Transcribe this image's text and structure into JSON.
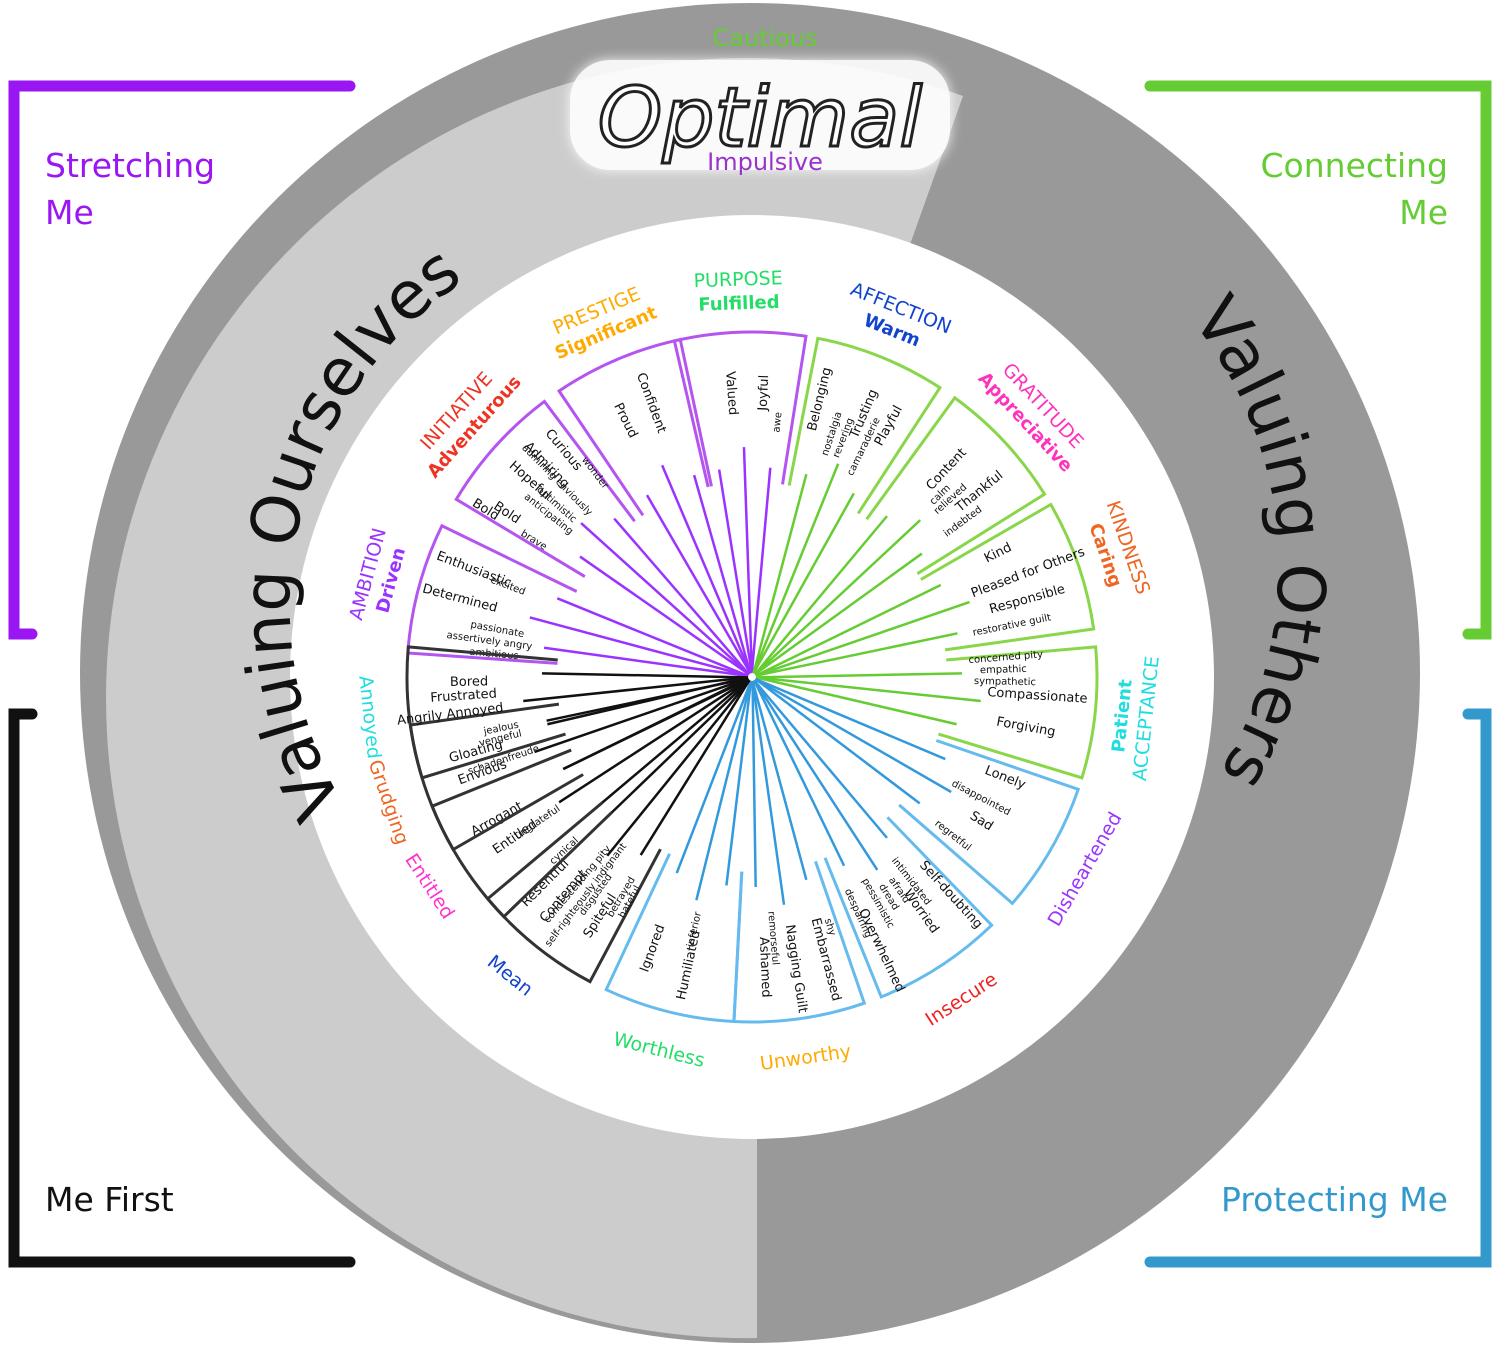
{
  "corners": {
    "stretching": {
      "line1": "Stretching",
      "line2": "Me",
      "color": "#9a16f2"
    },
    "connecting": {
      "line1": "Connecting",
      "line2": "Me",
      "color": "#66cc33"
    },
    "me_first": {
      "label": "Me First",
      "color": "#111111"
    },
    "protecting": {
      "label": "Protecting Me",
      "color": "#3399cc"
    }
  },
  "ring": {
    "left_title": "Valuing Ourselves",
    "right_title": "Valuing Others",
    "optimal": "Optimal",
    "cautious": "Cautious",
    "impulsive": "Impulsive",
    "colors": {
      "outer": "#999999",
      "inner": "#cccccc",
      "cautious": "#66cc33",
      "impulsive": "#9a33cc"
    }
  },
  "segments": [
    {
      "id": "ambition",
      "angle": 195,
      "cat": "AMBITION",
      "sub": "Driven",
      "color": "#9a33ff",
      "words": [
        {
          "t": "Enthusiastic",
          "r": 0.58,
          "o": 22,
          "s": 13
        },
        {
          "t": "Determined",
          "r": 0.55,
          "o": 0,
          "s": 13
        },
        {
          "t": "excited",
          "r": 0.83,
          "o": 20,
          "s": 10
        },
        {
          "t": "passionate",
          "r": 0.84,
          "o": -16,
          "s": 10
        },
        {
          "t": "assertively angry",
          "r": 0.8,
          "o": -26,
          "s": 10
        },
        {
          "t": "ambitious",
          "r": 0.84,
          "o": -36,
          "s": 10
        }
      ]
    },
    {
      "id": "initiative",
      "angle": 222,
      "cat": "INITIATIVE",
      "sub": "Adventurous",
      "color": "#ee3322",
      "words": [
        {
          "t": "Curious",
          "r": 0.6,
          "o": 30,
          "s": 13
        },
        {
          "t": "Admiring",
          "r": 0.6,
          "o": 14,
          "s": 13
        },
        {
          "t": "Hopeful",
          "r": 0.59,
          "o": -2,
          "s": 13
        },
        {
          "t": "Bold",
          "r": 0.6,
          "o": -30,
          "s": 13
        },
        {
          "t": "Bold",
          "r": 0.47,
          "o": -36,
          "s": 13
        },
        {
          "t": "wonder",
          "r": 0.85,
          "o": 38,
          "s": 10
        },
        {
          "t": "admiring enviously",
          "r": 0.72,
          "o": 12,
          "s": 10
        },
        {
          "t": "optimistic",
          "r": 0.83,
          "o": -2,
          "s": 10
        },
        {
          "t": "anticipating",
          "r": 0.83,
          "o": -12,
          "s": 10
        },
        {
          "t": "brave",
          "r": 0.85,
          "o": -36,
          "s": 10
        }
      ]
    },
    {
      "id": "prestige",
      "angle": 247,
      "cat": "PRESTIGE",
      "sub": "Significant",
      "color": "#ffaa00",
      "words": [
        {
          "t": "Confident",
          "r": 0.62,
          "o": 10,
          "s": 13
        },
        {
          "t": "Proud",
          "r": 0.66,
          "o": -12,
          "s": 13
        }
      ]
    },
    {
      "id": "purpose",
      "angle": 268,
      "cat": "PURPOSE",
      "sub": "Fulfilled",
      "color": "#22dd66",
      "words": [
        {
          "t": "Joyful",
          "r": 0.67,
          "o": 16,
          "s": 13
        },
        {
          "t": "Valued",
          "r": 0.67,
          "o": -8,
          "s": 13
        },
        {
          "t": "awe",
          "r": 0.86,
          "o": 28,
          "s": 10
        }
      ]
    },
    {
      "id": "affection",
      "angle": 292,
      "cat": "AFFECTION",
      "sub": "Warm",
      "color": "#1144cc",
      "words": [
        {
          "t": "Belonging",
          "r": 0.66,
          "o": -30,
          "s": 13
        },
        {
          "t": "Trusting",
          "r": 0.66,
          "o": 4,
          "s": 13
        },
        {
          "t": "Playful",
          "r": 0.66,
          "o": 24,
          "s": 13
        },
        {
          "t": "nostalgia",
          "r": 0.86,
          "o": -14,
          "s": 10
        },
        {
          "t": "revering",
          "r": 0.86,
          "o": -4,
          "s": 10
        },
        {
          "t": "camaraderie",
          "r": 0.86,
          "o": 14,
          "s": 10
        }
      ]
    },
    {
      "id": "gratitude",
      "angle": 317,
      "cat": "GRATITUDE",
      "sub": "Appreciative",
      "color": "#ff33bb",
      "words": [
        {
          "t": "Content",
          "r": 0.67,
          "o": -14,
          "s": 13
        },
        {
          "t": "Thankful",
          "r": 0.61,
          "o": 14,
          "s": 13
        },
        {
          "t": "calm",
          "r": 0.82,
          "o": -4,
          "s": 10
        },
        {
          "t": "relieved",
          "r": 0.79,
          "o": 4,
          "s": 10
        },
        {
          "t": "indebted",
          "r": 0.82,
          "o": 24,
          "s": 10
        }
      ]
    },
    {
      "id": "kindness",
      "angle": 341,
      "cat": "KINDNESS",
      "sub": "Caring",
      "color": "#ee6622",
      "words": [
        {
          "t": "Kind",
          "r": 0.73,
          "o": -28,
          "s": 13
        },
        {
          "t": "Pleased for Others",
          "r": 0.6,
          "o": -6,
          "s": 13
        },
        {
          "t": "Responsible",
          "r": 0.66,
          "o": 12,
          "s": 13
        },
        {
          "t": "restorative guilt",
          "r": 0.8,
          "o": 28,
          "s": 10
        }
      ]
    },
    {
      "id": "acceptance",
      "angle": 6,
      "cat": "ACCEPTANCE",
      "sub": "Patient",
      "color": "#22dddd",
      "words": [
        {
          "t": "concerned pity",
          "r": 0.87,
          "o": -38,
          "s": 10
        },
        {
          "t": "empathic",
          "r": 0.89,
          "o": -28,
          "s": 10
        },
        {
          "t": "sympathetic",
          "r": 0.88,
          "o": -18,
          "s": 10
        },
        {
          "t": "Compassionate",
          "r": 0.66,
          "o": -8,
          "s": 13
        },
        {
          "t": "Forgiving",
          "r": 0.71,
          "o": 16,
          "s": 13
        }
      ]
    },
    {
      "id": "disheartened",
      "angle": 30,
      "cat": "",
      "sub": "Disheartened",
      "color": "#9a33ff",
      "words": [
        {
          "t": "Lonely",
          "r": 0.75,
          "o": -30,
          "s": 13
        },
        {
          "t": "disappointed",
          "r": 0.84,
          "o": -8,
          "s": 10
        },
        {
          "t": "Sad",
          "r": 0.76,
          "o": 8,
          "s": 13
        },
        {
          "t": "regretful",
          "r": 0.86,
          "o": 30,
          "s": 10
        }
      ]
    },
    {
      "id": "insecure",
      "angle": 57,
      "cat": "",
      "sub": "Insecure",
      "color": "#ee2222",
      "words": [
        {
          "t": "Self-doubting",
          "r": 0.6,
          "o": -34,
          "s": 13
        },
        {
          "t": "Worried",
          "r": 0.64,
          "o": -10,
          "s": 13
        },
        {
          "t": "Overwhelmed",
          "r": 0.55,
          "o": 28,
          "s": 13
        },
        {
          "t": "intimidated",
          "r": 0.84,
          "o": -18,
          "s": 10
        },
        {
          "t": "afraid",
          "r": 0.84,
          "o": -6,
          "s": 10
        },
        {
          "t": "dread",
          "r": 0.84,
          "o": 4,
          "s": 10
        },
        {
          "t": "pessimistic",
          "r": 0.84,
          "o": 14,
          "s": 10
        },
        {
          "t": "despairing",
          "r": 0.84,
          "o": 32,
          "s": 10
        }
      ]
    },
    {
      "id": "unworthy",
      "angle": 82,
      "cat": "",
      "sub": "Unworthy",
      "color": "#ffaa00",
      "words": [
        {
          "t": "Embarrassed",
          "r": 0.62,
          "o": -24,
          "s": 13
        },
        {
          "t": "Nagging Guilt",
          "r": 0.6,
          "o": -2,
          "s": 13
        },
        {
          "t": "Ashamed",
          "r": 0.63,
          "o": 20,
          "s": 13
        },
        {
          "t": "remorseful",
          "r": 0.82,
          "o": 12,
          "s": 10
        },
        {
          "t": "shy",
          "r": 0.82,
          "o": -34,
          "s": 10
        }
      ]
    },
    {
      "id": "worthless",
      "angle": 104,
      "cat": "",
      "sub": "Worthless",
      "color": "#22dd66",
      "words": [
        {
          "t": "Humiliated",
          "r": 0.6,
          "o": -6,
          "s": 13
        },
        {
          "t": "Ignored",
          "r": 0.64,
          "o": 22,
          "s": 13
        },
        {
          "t": "inferior",
          "r": 0.84,
          "o": -4,
          "s": 10
        }
      ]
    },
    {
      "id": "mean",
      "angle": 129,
      "cat": "",
      "sub": "Mean",
      "color": "#1144cc",
      "words": [
        {
          "t": "Resentful",
          "r": 0.62,
          "o": 22,
          "s": 13
        },
        {
          "t": "Contempt",
          "r": 0.64,
          "o": 6,
          "s": 13
        },
        {
          "t": "Spiteful",
          "r": 0.68,
          "o": -24,
          "s": 13
        },
        {
          "t": "condescending pity",
          "r": 0.76,
          "o": 4,
          "s": 10
        },
        {
          "t": "self-righteously indignant",
          "r": 0.74,
          "o": -6,
          "s": 10
        },
        {
          "t": "disgusted",
          "r": 0.78,
          "o": -12,
          "s": 10
        },
        {
          "t": "cynical",
          "r": 0.86,
          "o": 30,
          "s": 10
        },
        {
          "t": "betrayed",
          "r": 0.86,
          "o": -30,
          "s": 10
        },
        {
          "t": "hateful",
          "r": 0.86,
          "o": -38,
          "s": 10
        }
      ]
    },
    {
      "id": "entitled",
      "angle": 147,
      "cat": "",
      "sub": "Entitled",
      "color": "#ff33cc",
      "words": [
        {
          "t": "Arrogant",
          "r": 0.62,
          "o": 14,
          "s": 13
        },
        {
          "t": "Entitled",
          "r": 0.66,
          "o": -4,
          "s": 13
        },
        {
          "t": "ungrateful",
          "r": 0.84,
          "o": -4,
          "s": 10
        }
      ]
    },
    {
      "id": "grudging",
      "angle": 161,
      "cat": "",
      "sub": "Grudging",
      "color": "#ee6622",
      "words": [
        {
          "t": "Gloating",
          "r": 0.66,
          "o": 14,
          "s": 13
        },
        {
          "t": "Envious",
          "r": 0.66,
          "o": -2,
          "s": 13
        },
        {
          "t": "schadenfreude",
          "r": 0.82,
          "o": 2,
          "s": 10
        }
      ]
    },
    {
      "id": "annoyed",
      "angle": 174,
      "cat": "",
      "sub": "Annoyed",
      "color": "#22dddd",
      "words": [
        {
          "t": "Bored",
          "r": 0.68,
          "o": 18,
          "s": 13
        },
        {
          "t": "Frustrated",
          "r": 0.64,
          "o": 8,
          "s": 13
        },
        {
          "t": "Angrily Annoyed",
          "r": 0.54,
          "o": -4,
          "s": 13
        },
        {
          "t": "jealous",
          "r": 0.86,
          "o": -20,
          "s": 10
        },
        {
          "t": "vengeful",
          "r": 0.84,
          "o": -28,
          "s": 10
        }
      ]
    }
  ]
}
